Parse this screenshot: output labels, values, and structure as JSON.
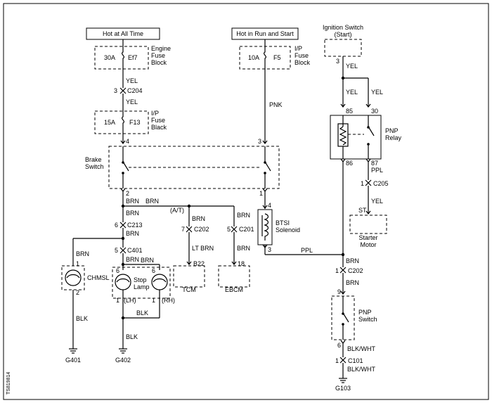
{
  "sources": {
    "hot_all_time": "Hot at All Time",
    "hot_run_start": "Hot in Run and Start",
    "ignition_switch": [
      "Ignition Switch",
      "(Start)"
    ]
  },
  "fuses": {
    "ef7": {
      "rating": "30A",
      "id": "Ef7",
      "block": [
        "Engine",
        "Fuse",
        "Block"
      ]
    },
    "f13": {
      "rating": "15A",
      "id": "F13",
      "block": [
        "I/P",
        "Fuse",
        "Black"
      ]
    },
    "f5": {
      "rating": "10A",
      "id": "F5",
      "block": [
        "I/P",
        "Fuse",
        "Block"
      ]
    }
  },
  "connectors": {
    "c204": "C204",
    "c213": "C213",
    "c401": "C401",
    "c202": "C202",
    "c201": "C201",
    "c205": "C205",
    "c101": "C101",
    "c202_pnp": "C202"
  },
  "pins": {
    "p3_c204": "3",
    "p4_brake": "4",
    "p3_brake": "3",
    "p2_brake": "2",
    "p1_brake": "1",
    "p6_c213": "6",
    "p5_c401": "5",
    "p6_lamp_lh": "6",
    "p6_lamp_rh": "6",
    "p1_chmsl": "1",
    "p2_chmsl": "2",
    "p1_lh": "1",
    "p1_rh": "1",
    "p7_c202": "7",
    "p5_c201": "5",
    "p4_btsi": "4",
    "p3_btsi": "3",
    "p3_ign": "3",
    "p85": "85",
    "p30": "30",
    "p86": "86",
    "p87": "87",
    "p1_c205": "1",
    "p1_c202": "1",
    "p9_pnp": "9",
    "p6_pnp": "6",
    "p1_c101": "1"
  },
  "wires": {
    "yel_a": "YEL",
    "yel_b": "YEL",
    "pnk": "PNK",
    "yel_ign": "YEL",
    "yel_85": "YEL",
    "yel_30": "YEL",
    "brn_main": "BRN",
    "brn_run": "BRN",
    "brn_c213": "BRN",
    "brn_c213b": "BRN",
    "brn_chmsl": "BRN",
    "brn_c401": "BRN",
    "brn_rh": "BRN",
    "brn_tcm": "BRN",
    "lt_brn": "LT BRN",
    "brn_ebcm_a": "BRN",
    "brn_ebcm_b": "BRN",
    "blk_chmsl": "BLK",
    "blk_lamp": "BLK",
    "blk_main": "BLK",
    "ppl_btsi": "PPL",
    "ppl_87": "PPL",
    "yel_st": "YEL",
    "brn_pnp_a": "BRN",
    "brn_pnp_b": "BRN",
    "blk_wht_a": "BLK/WHT",
    "blk_wht_b": "BLK/WHT",
    "at": "(A/T)"
  },
  "components": {
    "brake_switch": [
      "Brake",
      "Switch"
    ],
    "chmsl": "CHMSL",
    "stop_lamp": [
      "Stop",
      "Lamp"
    ],
    "lh": "(LH)",
    "rh": "(RH)",
    "tcm": "TCM",
    "tcm_pin": "B22",
    "ebcm": "EBCM",
    "ebcm_pin": "18",
    "btsi": [
      "BTSI",
      "Solenoid"
    ],
    "pnp_relay": [
      "PNP",
      "Relay"
    ],
    "st": "ST",
    "starter": [
      "Starter",
      "Motor"
    ],
    "pnp_switch": [
      "PNP",
      "Switch"
    ]
  },
  "grounds": {
    "g401": "G401",
    "g402": "G402",
    "g103": "G103"
  },
  "figure_code": "TS819814"
}
